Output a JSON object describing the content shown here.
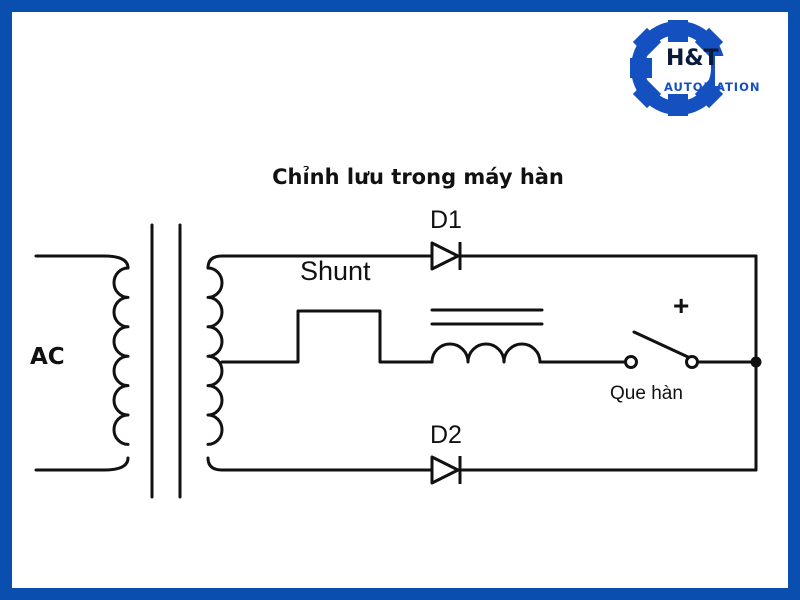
{
  "logo": {
    "brand": "H&T",
    "subtitle": "AUTOMATION",
    "gear_color": "#1550c0"
  },
  "diagram": {
    "title": "Chỉnh lưu trong máy hàn",
    "labels": {
      "ac": "AC",
      "d1": "D1",
      "d2": "D2",
      "shunt": "Shunt",
      "plus": "+",
      "electrode": "Que hàn"
    }
  },
  "colors": {
    "frame": "#0a4fb0",
    "wire": "#111111"
  }
}
